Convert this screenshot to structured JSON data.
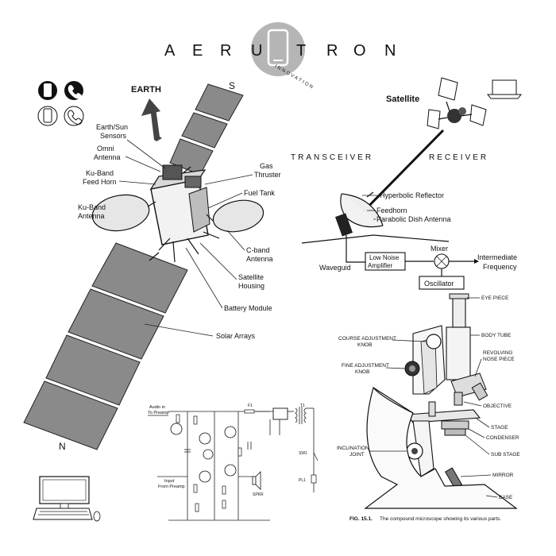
{
  "brand": {
    "letters": [
      "A",
      "E",
      "R",
      "U",
      "T",
      "R",
      "O",
      "N"
    ],
    "tagline": "INNOVATION"
  },
  "contact_icons": [
    "phone-icon",
    "call-icon",
    "phone-outline-icon",
    "call-outline-icon"
  ],
  "satellite": {
    "earth": "EARTH",
    "s": "S",
    "n": "N",
    "labels": {
      "earth_sun_1": "Earth/Sun",
      "earth_sun_2": "Sensors",
      "omni_1": "Omni",
      "omni_2": "Antenna",
      "ku_feed_1": "Ku-Band",
      "ku_feed_2": "Feed Horn",
      "ku_ant_1": "Ku-Band",
      "ku_ant_2": "Antenna",
      "gas_1": "Gas",
      "gas_2": "Thruster",
      "fuel": "Fuel Tank",
      "cband_1": "C-band",
      "cband_2": "Antenna",
      "housing_1": "Satellite",
      "housing_2": "Housing",
      "battery": "Battery Module",
      "solar": "Solar Arrays"
    }
  },
  "receiver": {
    "satellite": "Satellite",
    "transceiver": "TRANSCEIVER",
    "receiver": "RECEIVER",
    "hyperbolic": "Hyperbolic Reflector",
    "feedhorn": "Feedhorn",
    "parabolic": "Parabolic Dish Antenna",
    "mixer": "Mixer",
    "lna_1": "Low Noise",
    "lna_2": "Amplifier",
    "waveguide": "Waveguid",
    "if_1": "Intermediate",
    "if_2": "Frequency",
    "oscillator": "Oscillator"
  },
  "microscope": {
    "eye_piece": "EYE PIECE",
    "body_tube": "BODY TUBE",
    "coarse_1": "COURSE ADJUSTMENT",
    "coarse_2": "KNOB",
    "fine_1": "FINE ADJUSTMENT",
    "fine_2": "KNOB",
    "nose_1": "REVOLVING",
    "nose_2": "NOSE PIECE",
    "objective": "OBJECTIVE",
    "stage": "STAGE",
    "condenser": "CONDENSER",
    "sub_stage": "SUB STAGE",
    "inclination_1": "INCLINATION",
    "inclination_2": "JOINT",
    "mirror": "MIRROR",
    "base": "BASE",
    "caption_fig": "FIG. 15.1.",
    "caption": "The compound microscope showing its various parts."
  },
  "circuit": {
    "audio_1": "Audio in",
    "audio_2": "To Preamp",
    "input_1": "Input",
    "input_2": "From Preamp",
    "spkr": "SPKR",
    "f1": "F1",
    "sw1": "SW1",
    "pl1": "PL1",
    "t1": "T1"
  }
}
